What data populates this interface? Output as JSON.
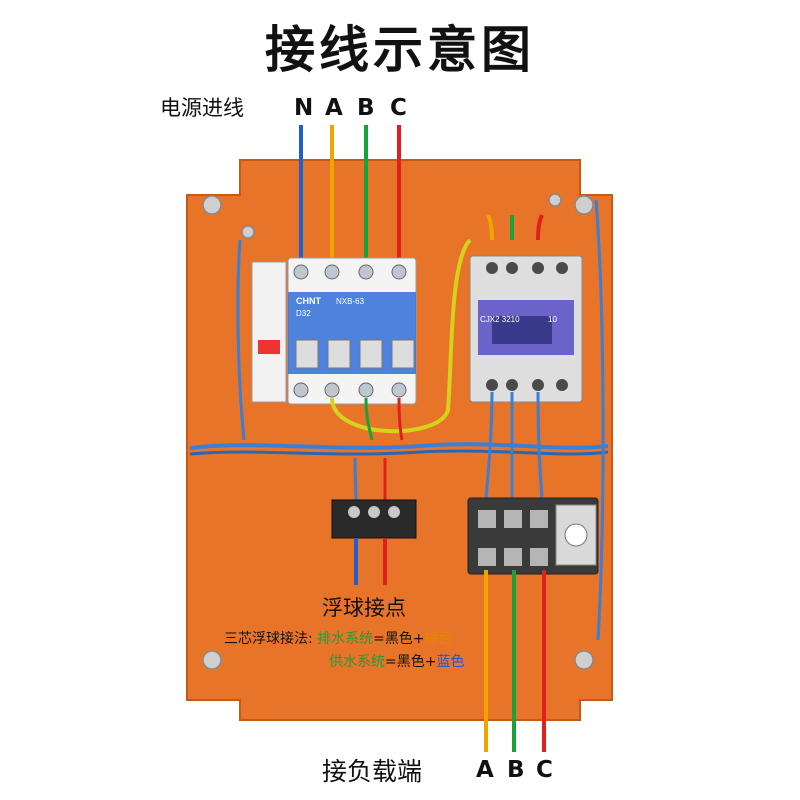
{
  "title": "接线示意图",
  "source": {
    "label": "电源进线",
    "phases": [
      "N",
      "A",
      "B",
      "C"
    ]
  },
  "breaker": {
    "brand": "CHNT",
    "model": "NXB-63",
    "rating": "D32"
  },
  "contactor": {
    "model": "CJX2 3210",
    "number": "10"
  },
  "float_switch": {
    "label": "浮球接点"
  },
  "wiring_note": {
    "intro": "三芯浮球接法:",
    "drain_system": "排水系统",
    "drain_eq": "=黑色+",
    "drain_color": "棕色",
    "supply_system": "供水系统",
    "supply_eq": "=黑色+",
    "supply_color": "蓝色"
  },
  "load": {
    "label": "接负载端",
    "phases": [
      "A",
      "B",
      "C"
    ]
  },
  "colors": {
    "board": "#e8742a",
    "wire_n": "#1f5fd0",
    "wire_a": "#f0a400",
    "wire_b": "#18a23a",
    "wire_c": "#e0201c",
    "yellow_green": "#d6d21a",
    "blue_bundle": "#3b7fd4"
  }
}
